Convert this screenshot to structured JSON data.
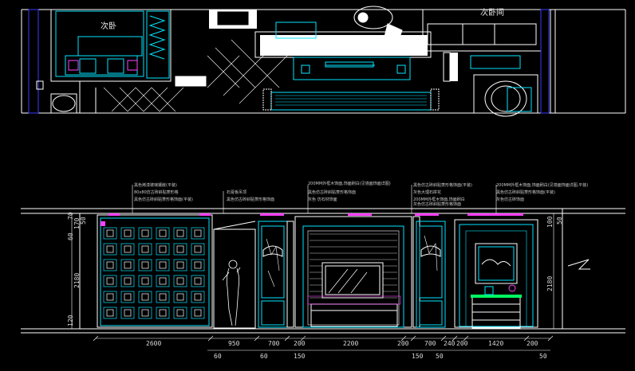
{
  "plan": {
    "rooms": [
      "次卧",
      "次卧间"
    ]
  },
  "elevation": {
    "horizontal_dims": [
      "2600",
      "950",
      "700",
      "200",
      "2200",
      "200",
      "700",
      "240",
      "200",
      "1420",
      "200"
    ],
    "lower_dims": [
      "60",
      "60",
      "150",
      "150",
      "50",
      "50"
    ],
    "vertical_left": [
      "70",
      "60",
      "2180",
      "120"
    ],
    "vertical_left_small": [
      "170",
      "50"
    ],
    "vertical_right": [
      "2180",
      "50",
      "100"
    ],
    "annotations": [
      "黑色烤漆玻璃镶嵌(平装)",
      "80x80仿古砖斜贴菱形格",
      "黑色仿古砖斜贴菱形格饰面(平装)",
      "石膏板吊顶",
      "黑色仿古砖斜贴菱形格饰面",
      "200MM外框木饰面,饰面刷白(见墙面饰面详图)",
      "黑色仿古砖斜贴菱形格饰面",
      "灰色 仿石材饰面",
      "黑色仿古砖斜贴菱形格饰面(平装)",
      "灰色大理石拼花",
      "200MM外框木饰面,饰面刷白",
      "灰色仿古砖斜贴菱形格饰面",
      "200MM外框木饰面,饰面刷白(见墙面饰面详图,平装)",
      "黑色仿古砖斜贴菱形格饰面(平装)",
      "灰色仿古砖饰面"
    ]
  },
  "colors": {
    "line": "#ffffff",
    "cyan": "#00e5ff",
    "blue": "#3a3aff",
    "magenta": "#ff40ff",
    "green": "#00ff60",
    "yellow": "#ffff40"
  }
}
